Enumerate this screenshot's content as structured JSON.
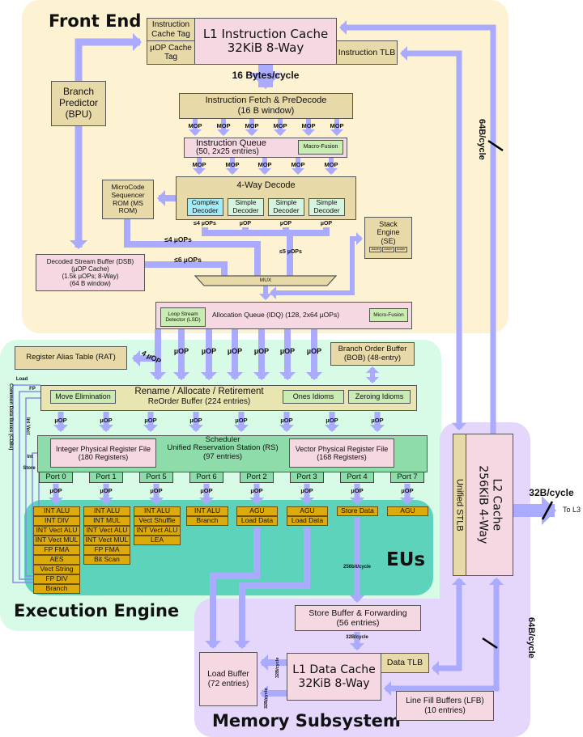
{
  "sections": {
    "front_end": "Front End",
    "execution_engine": "Execution Engine",
    "eus": "EUs",
    "memory": "Memory Subsystem"
  },
  "front_end": {
    "icache_tag": "Instruction Cache Tag",
    "uop_cache_tag": "µOP Cache Tag",
    "l1i_title": "L1 Instruction Cache",
    "l1i_size": "32KiB 8-Way",
    "itlb": "Instruction TLB",
    "fetch_bw": "16 Bytes/cycle",
    "bpu": "Branch Predictor (BPU)",
    "fetch_title": "Instruction Fetch & PreDecode",
    "fetch_sub": "(16 B window)",
    "mop": "MOP",
    "iq_title": "Instruction Queue",
    "iq_sub": "(50, 2x25 entries)",
    "macro_fusion": "Macro-Fusion",
    "decode_title": "4-Way Decode",
    "complex_decoder": "Complex Decoder",
    "simple_decoder": "Simple Decoder",
    "msrom": "MicroCode Sequencer ROM (MS ROM)",
    "dec_out": [
      "≤4 µOPs",
      "µOP",
      "µOP",
      "µOP"
    ],
    "msrom_out": "≤4 µOPs",
    "dec_total": "≤5 µOPs",
    "dsb_out": "≤6 µOPs",
    "dsb": [
      "Decoded Stream Buffer (DSB)",
      "(µOP Cache)",
      "(1.5k µOPs; 8-Way)",
      "(64 B window)"
    ],
    "mux": "MUX",
    "stack_engine": "Stack Engine (SE)",
    "adder": "Adder",
    "lsd": "Loop Stream Detector (LSD)",
    "idq": "Allocation Queue (IDQ) (128, 2x64 µOPs)",
    "micro_fusion": "Micro-Fusion"
  },
  "exec": {
    "uop": "µOP",
    "rat": "Register Alias Table (RAT)",
    "rat_link": "4 µOP",
    "bob": "Branch Order Buffer (BOB) (48-entry)",
    "rob_title": "Rename / Allocate / Retirement",
    "rob_sub": "ReOrder Buffer (224 entries)",
    "move_elim": "Move Elimination",
    "ones": "Ones Idioms",
    "zeroing": "Zeroing Idioms",
    "sched": [
      "Scheduler",
      "Unified Reservation Station (RS)",
      "(97 entries)"
    ],
    "iprf": "Integer Physical Register File",
    "iprf_sub": "(180 Registers)",
    "vprf": "Vector Physical Register File",
    "vprf_sub": "(168 Registers)",
    "cdb": "Common Data Buses (CDBs)",
    "cdb_labels": [
      "Load",
      "FP",
      "Int Vect",
      "Int",
      "Store"
    ],
    "ports": [
      {
        "name": "Port 0",
        "units": [
          "INT ALU",
          "INT DIV",
          "INT Vect ALU",
          "INT Vect MUL",
          "FP FMA",
          "AES",
          "Vect String",
          "FP DIV",
          "Branch"
        ]
      },
      {
        "name": "Port 1",
        "units": [
          "INT ALU",
          "INT MUL",
          "INT Vect ALU",
          "INT Vect MUL",
          "FP FMA",
          "Bit Scan"
        ]
      },
      {
        "name": "Port 5",
        "units": [
          "INT ALU",
          "Vect Shuffle",
          "INT Vect ALU",
          "LEA"
        ]
      },
      {
        "name": "Port 6",
        "units": [
          "INT ALU",
          "Branch"
        ]
      },
      {
        "name": "Port 2",
        "units": [
          "AGU",
          "Load Data"
        ]
      },
      {
        "name": "Port 3",
        "units": [
          "AGU",
          "Load Data"
        ]
      },
      {
        "name": "Port 4",
        "units": [
          "Store Data"
        ]
      },
      {
        "name": "Port 7",
        "units": [
          "AGU"
        ]
      }
    ],
    "store_bw": "256bit/cycle"
  },
  "memory": {
    "store_buffer": "Store Buffer & Forwarding",
    "store_buffer_sub": "(56 entries)",
    "sb_bw": "32B/cycle",
    "load_bw": "32B/cycle",
    "load_buffer": "Load Buffer",
    "load_buffer_sub": "(72 entries)",
    "l1d_title": "L1 Data Cache",
    "l1d_size": "32KiB 8-Way",
    "dtlb": "Data TLB",
    "lfb": "Line Fill Buffers (LFB)",
    "lfb_sub": "(10 entries)"
  },
  "l2": {
    "stlb": "Unified STLB",
    "title": "L2 Cache",
    "size": "256KiB 4-Way",
    "l3_bw": "32B/cycle",
    "to_l3": "To L3",
    "bw_up": "64B/cycle",
    "bw_down": "64B/cycle"
  },
  "colors": {
    "arrow": "#aaaaff",
    "front_end_bg": "#fdf2d2",
    "exec_bg": "#d7fbe6",
    "eu_bg": "#5dd3bb",
    "memory_bg": "#e5d6fc",
    "eu_box": "#dcaa0a"
  }
}
